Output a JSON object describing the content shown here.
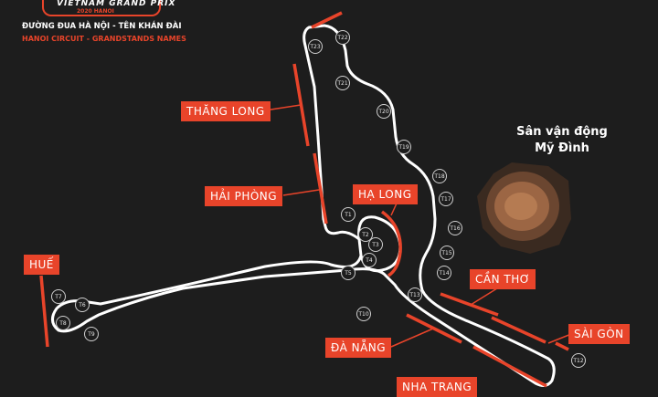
{
  "header": {
    "brand": "VIETNAM GRAND PRIX",
    "brand_sub": "2020 HANOI",
    "title_vi": "ĐƯỜNG ĐUA HÀ NỘI - TÊN KHÁN ĐÀI",
    "title_en": "HANOI CIRCUIT - GRANDSTANDS NAMES"
  },
  "stadium": {
    "label_line1": "Sân vận động",
    "label_line2": "Mỹ Đình"
  },
  "grandstands": {
    "thang_long": "THĂNG LONG",
    "hai_phong": "HẢI PHÒNG",
    "ha_long": "HẠ LONG",
    "hue": "HUẾ",
    "can_tho": "CẦN THƠ",
    "sai_gon": "SÀI GÒN",
    "da_nang": "ĐÀ NẴNG",
    "nha_trang": "NHA TRANG"
  },
  "turns": [
    "T1",
    "T2",
    "T3",
    "T4",
    "T5",
    "T6",
    "T7",
    "T8",
    "T9",
    "T10",
    "T12",
    "T13",
    "T14",
    "T15",
    "T16",
    "T17",
    "T18",
    "T19",
    "T20",
    "T21",
    "T22",
    "T23"
  ],
  "colors": {
    "background": "#1d1d1d",
    "track": "#ffffff",
    "accent": "#e8442a",
    "stadium": "#8a5a3c"
  }
}
